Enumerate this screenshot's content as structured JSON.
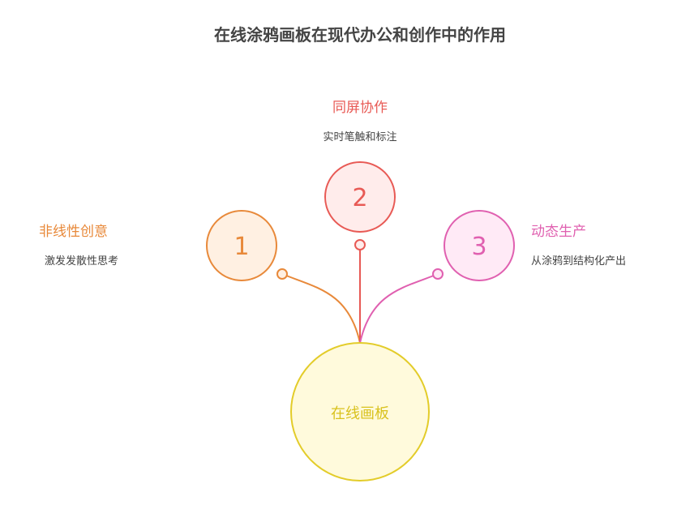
{
  "title": "在线涂鸦画板在现代办公和创作中的作用",
  "center": {
    "label": "在线画板",
    "color": "#d9c21e",
    "fill": "#fffadc",
    "stroke": "#e3cc2a"
  },
  "nodes": [
    {
      "number": "1",
      "title": "非线性创意",
      "desc": "激发发散性思考",
      "color": "#e8893a",
      "fill": "#fff0e2"
    },
    {
      "number": "2",
      "title": "同屏协作",
      "desc": "实时笔触和标注",
      "color": "#e85a55",
      "fill": "#ffeceb"
    },
    {
      "number": "3",
      "title": "动态生产",
      "desc": "从涂鸦到结构化产出",
      "color": "#e060b0",
      "fill": "#ffeaf6"
    }
  ],
  "text_color": "#444444"
}
